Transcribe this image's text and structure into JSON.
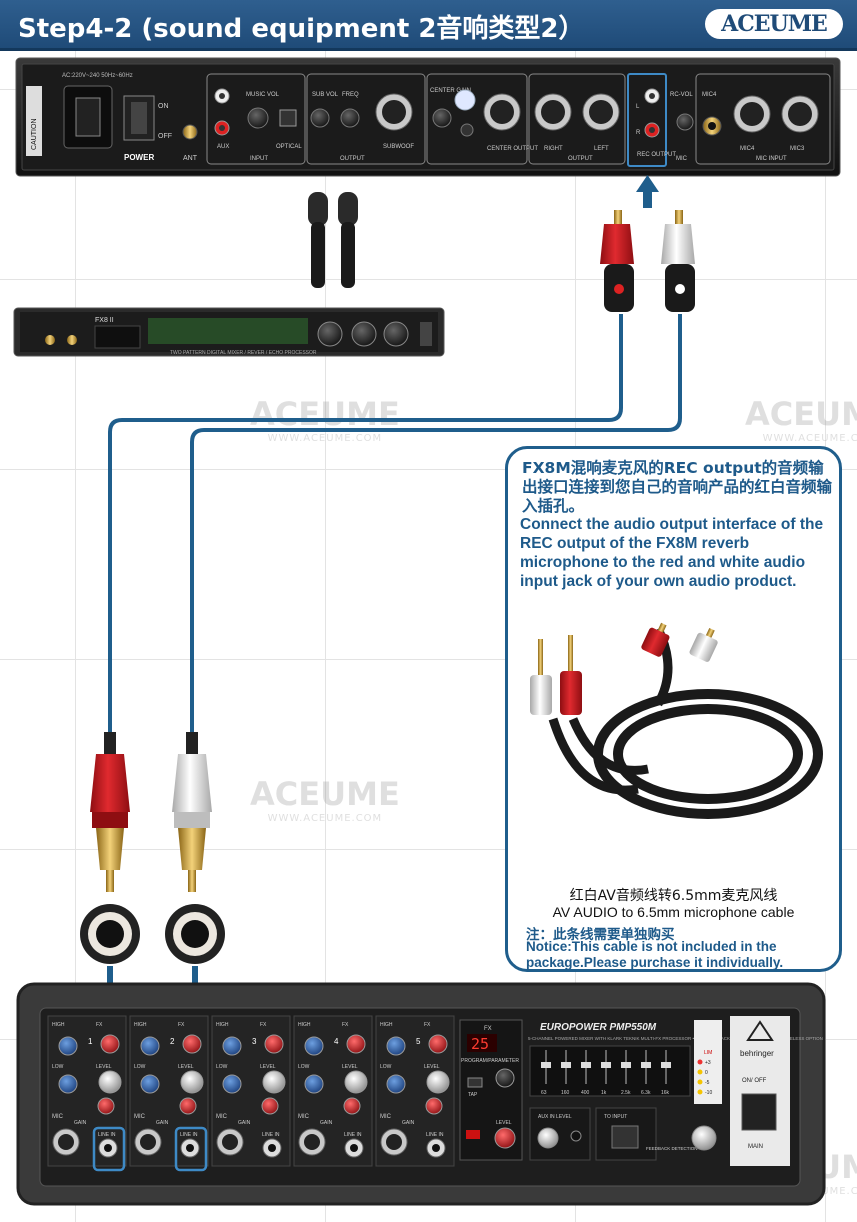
{
  "header": {
    "title": "Step4-2 (sound equipment 2音响类型2）",
    "brand_logo": "ACEUME"
  },
  "watermark": {
    "brand": "ACEUME",
    "site": "WWW.ACEUME.COM"
  },
  "fx8m_rear_panel": {
    "caution": "CAUTION",
    "power_spec": "AC:220V~240 50Hz~60Hz",
    "on": "ON",
    "off": "OFF",
    "power": "POWER",
    "ant": "ANT",
    "aux": "AUX",
    "music_vol": "MUSIC VOL",
    "input": "INPUT",
    "optical": "OPTICAL",
    "sub_vol": "SUB VOL",
    "freq": "FREQ",
    "output": "OUTPUT",
    "subwoof": "SUBWOOF",
    "center_gain": "CENTER GAIN",
    "center_output": "CENTER OUTPUT",
    "right": "RIGHT",
    "left": "LEFT",
    "rec_output": "REC OUTPUT",
    "mic": "MIC",
    "rc_vol": "RC-VOL",
    "mic4": "MIC4",
    "mic3": "MIC3",
    "mic_input": "MIC INPUT"
  },
  "fx8m_front": {
    "model": "FX8 II",
    "caption": "TWO PATTERN DIGITAL MIXER / REVER / ECHO PROCESSOR"
  },
  "info": {
    "cn": "FX8M混响麦克风的REC output的音频输出接口连接到您自己的音响产品的红白音频输入插孔。",
    "en": "Connect the audio output interface of the REC output of the FX8M reverb microphone to the red and white audio input jack of your own audio product.",
    "cable_cn": "红白AV音频线转6.5mm麦克风线",
    "cable_en": "AV AUDIO to 6.5mm microphone cable",
    "note_cn": "注：此条线需要单独购买",
    "note_en": "Notice:This cable is not included in the package.Please purchase it individually."
  },
  "mixer": {
    "brand": "behringer",
    "model": "EUROPOWER PMP550M",
    "subtitle": "5-CHANNEL POWERED MIXER WITH KLARK TEKNIK MULTI-FX PROCESSOR • FBQ FEEDBACK DETECTION SYSTEM • WIRELESS OPTION",
    "fx_display": "25",
    "fx_label": "FX",
    "program_parameter": "PROGRAM/PARAMETER",
    "tap": "TAP",
    "level": "LEVEL",
    "eq_freqs": [
      "63",
      "160",
      "400",
      "1k",
      "2.5k",
      "6.3k",
      "16k"
    ],
    "lim": "LIM",
    "meter": [
      "+3",
      "0",
      "-5",
      "-10"
    ],
    "main": "MAIN",
    "on_off": "ON/ OFF",
    "feedback_detection": "FEEDBACK DETECTION",
    "aux_in_level": "AUX IN LEVEL",
    "to_input": "TO INPUT",
    "channels": [
      {
        "num": "1",
        "high": "HIGH",
        "low": "LOW",
        "fx": "FX",
        "level": "LEVEL",
        "mic": "MIC",
        "gain": "GAIN",
        "line_in": "LINE IN"
      },
      {
        "num": "2",
        "high": "HIGH",
        "low": "LOW",
        "fx": "FX",
        "level": "LEVEL",
        "mic": "MIC",
        "gain": "GAIN",
        "line_in": "LINE IN"
      },
      {
        "num": "3",
        "high": "HIGH",
        "low": "LOW",
        "fx": "FX",
        "level": "LEVEL",
        "mic": "MIC",
        "gain": "GAIN",
        "line_in": "LINE IN"
      },
      {
        "num": "4",
        "high": "HIGH",
        "low": "LOW",
        "fx": "FX",
        "level": "LEVEL",
        "mic": "MIC",
        "gain": "GAIN",
        "line_in": "LINE IN"
      },
      {
        "num": "5",
        "high": "HIGH",
        "low": "LOW",
        "fx": "FX",
        "level": "LEVEL",
        "mic": "MIC",
        "gain": "GAIN",
        "line_in": "LINE IN"
      }
    ]
  },
  "colors": {
    "header": "#1f4b78",
    "cable": "#1f5e8c",
    "accent": "#1e5a8a",
    "red_plug": "#c8161d",
    "white_plug": "#e6e6e6",
    "gold": "#d4a73c"
  }
}
